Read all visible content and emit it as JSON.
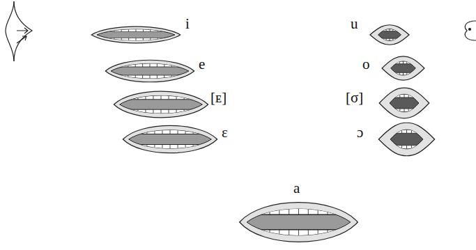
{
  "diagram": {
    "labels": [
      "i",
      "e",
      "[ᴇ]",
      "ε",
      "a",
      "u",
      "o",
      "[σ]",
      "ɔ"
    ]
  }
}
